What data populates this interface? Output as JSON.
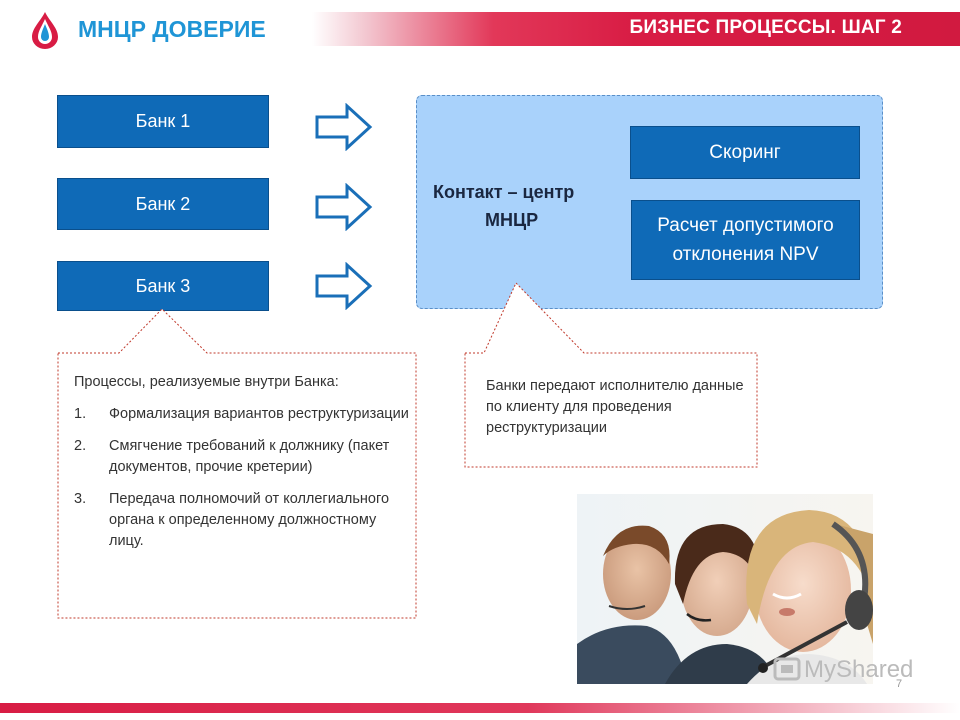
{
  "header": {
    "brand": "МНЦР ДОВЕРИЕ",
    "title": "БИЗНЕС ПРОЦЕССЫ. ШАГ 2"
  },
  "banks": [
    "Банк 1",
    "Банк 2",
    "Банк 3"
  ],
  "center": {
    "title_line1": "Контакт – центр",
    "title_line2": "МНЦР",
    "scoring": "Скоринг",
    "npv_line1": "Расчет допустимого",
    "npv_line2": "отклонения NPV"
  },
  "left_callout": {
    "intro": "Процессы, реализуемые внутри Банка:",
    "items": [
      {
        "num": "1.",
        "text": "Формализация  вариантов реструктуризации"
      },
      {
        "num": "2.",
        "text": "Смягчение требований к должнику (пакет документов, прочие кретерии)"
      },
      {
        "num": "3.",
        "text": "Передача полномочий от коллегиального органа к определенному должностному лицу."
      }
    ]
  },
  "right_callout": {
    "text": "Банки передают исполнителю данные по клиенту для проведения реструктуризации"
  },
  "watermark": "MyShared",
  "page_number": "7",
  "colors": {
    "accent_blue": "#0f6ab7",
    "brand_blue": "#1f95d6",
    "light_blue": "#a9d2fb",
    "header_red": "#d81c44"
  }
}
